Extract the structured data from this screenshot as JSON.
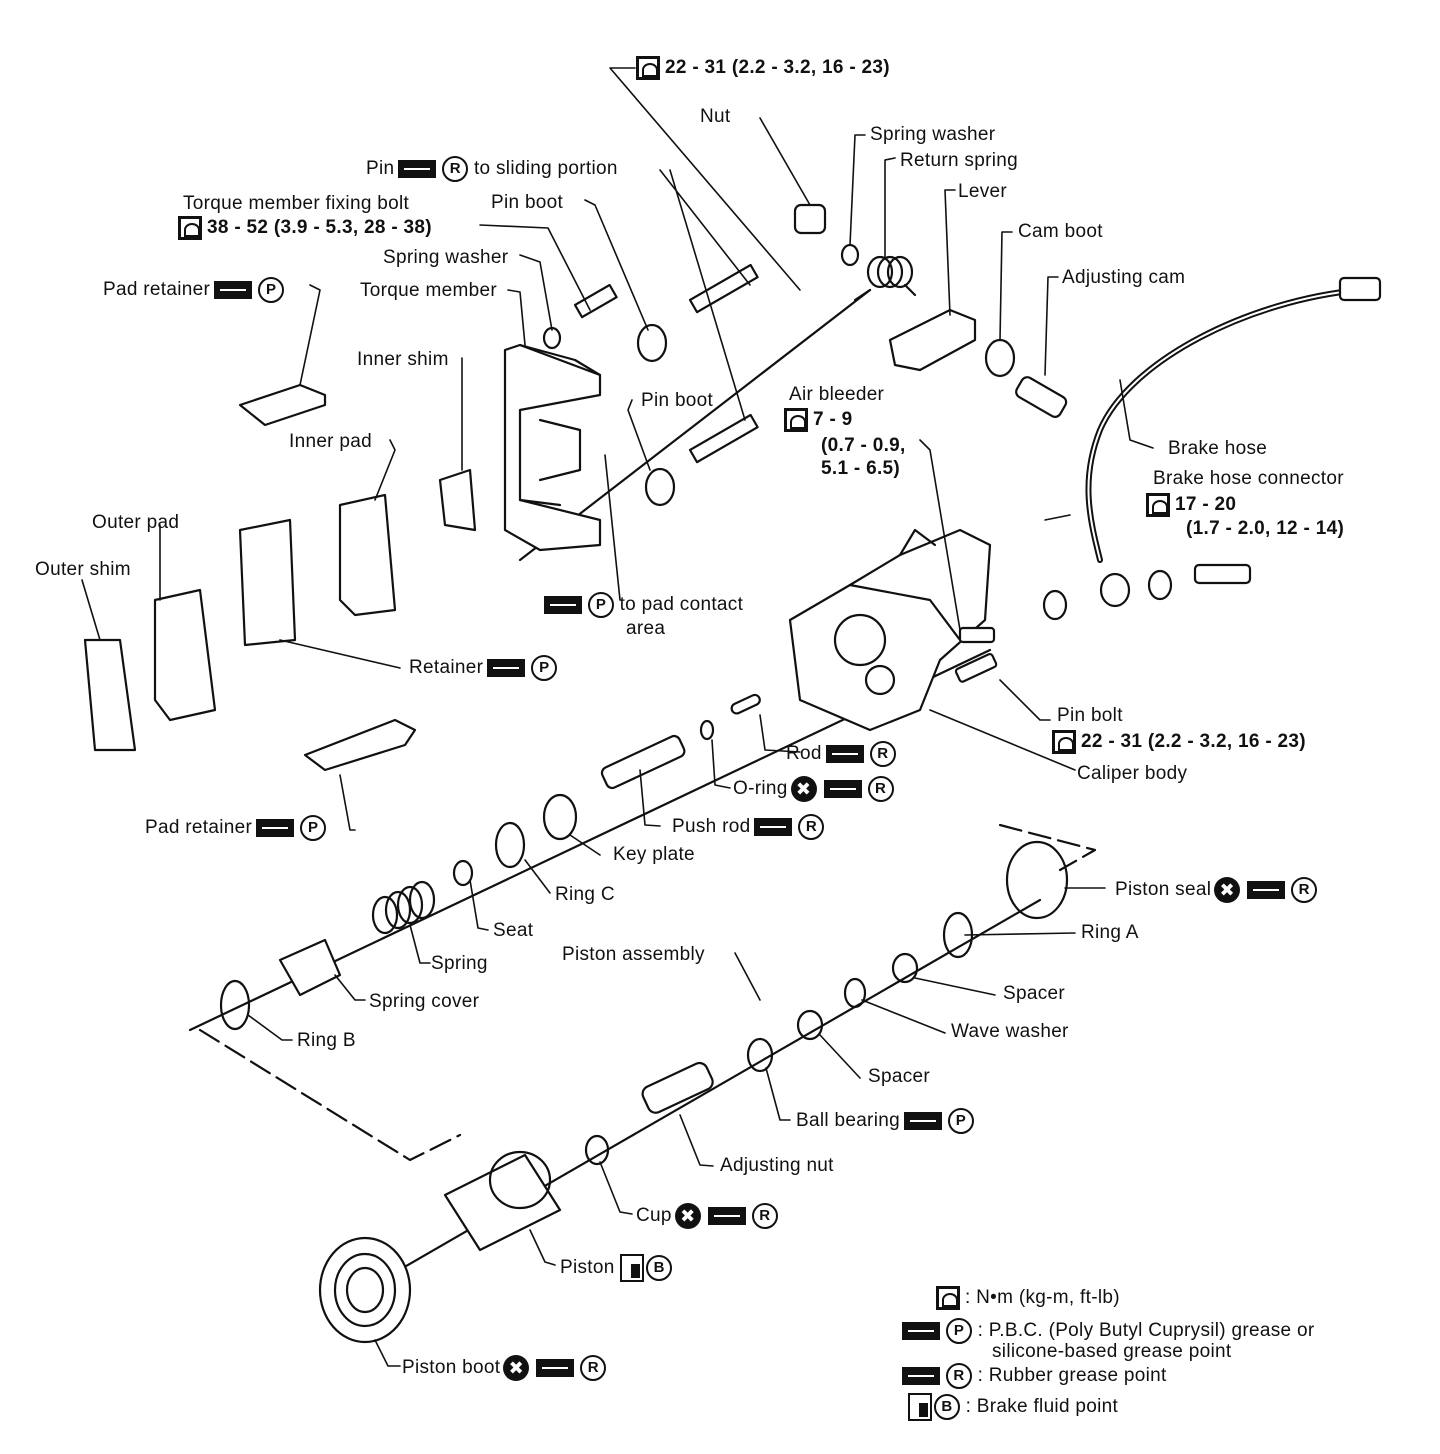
{
  "labels": {
    "top_torque": "22 - 31 (2.2 - 3.2, 16 - 23)",
    "nut": "Nut",
    "spring_washer_right": "Spring washer",
    "return_spring": "Return spring",
    "lever": "Lever",
    "cam_boot": "Cam boot",
    "adjusting_cam": "Adjusting cam",
    "pin_prefix": "Pin",
    "pin_suffix": "to sliding portion",
    "torque_member_fixing_bolt": "Torque member fixing bolt",
    "tm_bolt_torque": "38 - 52 (3.9 - 5.3, 28 - 38)",
    "pin_boot_top": "Pin boot",
    "spring_washer_left": "Spring washer",
    "pad_retainer_top": "Pad retainer",
    "torque_member": "Torque member",
    "inner_shim": "Inner shim",
    "inner_pad": "Inner pad",
    "pin_boot_mid": "Pin boot",
    "air_bleeder": "Air bleeder",
    "air_bleeder_t1": "7 - 9",
    "air_bleeder_t2": "(0.7 - 0.9,",
    "air_bleeder_t3": "5.1 - 6.5)",
    "brake_hose": "Brake hose",
    "brake_hose_connector": "Brake hose connector",
    "bhc_t1": "17 - 20",
    "bhc_t2": "(1.7 - 2.0, 12 - 14)",
    "outer_pad": "Outer pad",
    "outer_shim": "Outer shim",
    "to_pad_contact": "to pad contact",
    "area": "area",
    "retainer": "Retainer",
    "pin_bolt": "Pin bolt",
    "pin_bolt_torque": "22 - 31 (2.2 - 3.2, 16 - 23)",
    "rod": "Rod",
    "caliper_body": "Caliper body",
    "o_ring": "O-ring",
    "push_rod": "Push rod",
    "pad_retainer_bottom": "Pad retainer",
    "key_plate": "Key plate",
    "ring_c": "Ring C",
    "seat": "Seat",
    "piston_seal": "Piston seal",
    "ring_a": "Ring A",
    "piston_assembly": "Piston assembly",
    "spring": "Spring",
    "spring_cover": "Spring cover",
    "spacer_top": "Spacer",
    "wave_washer": "Wave washer",
    "ring_b": "Ring B",
    "spacer_bottom": "Spacer",
    "ball_bearing": "Ball bearing",
    "adjusting_nut": "Adjusting nut",
    "cup": "Cup",
    "piston": "Piston",
    "piston_boot": "Piston boot"
  },
  "legend": {
    "torque_units": ": N•m (kg-m, ft-lb)",
    "pbc_line1": ": P.B.C. (Poly Butyl Cuprysil) grease or",
    "pbc_line2": "silicone-based grease point",
    "rubber": ": Rubber grease point",
    "fluid": ": Brake fluid point"
  },
  "symbols": {
    "p": "P",
    "r": "R",
    "b": "B",
    "x": "✖"
  }
}
